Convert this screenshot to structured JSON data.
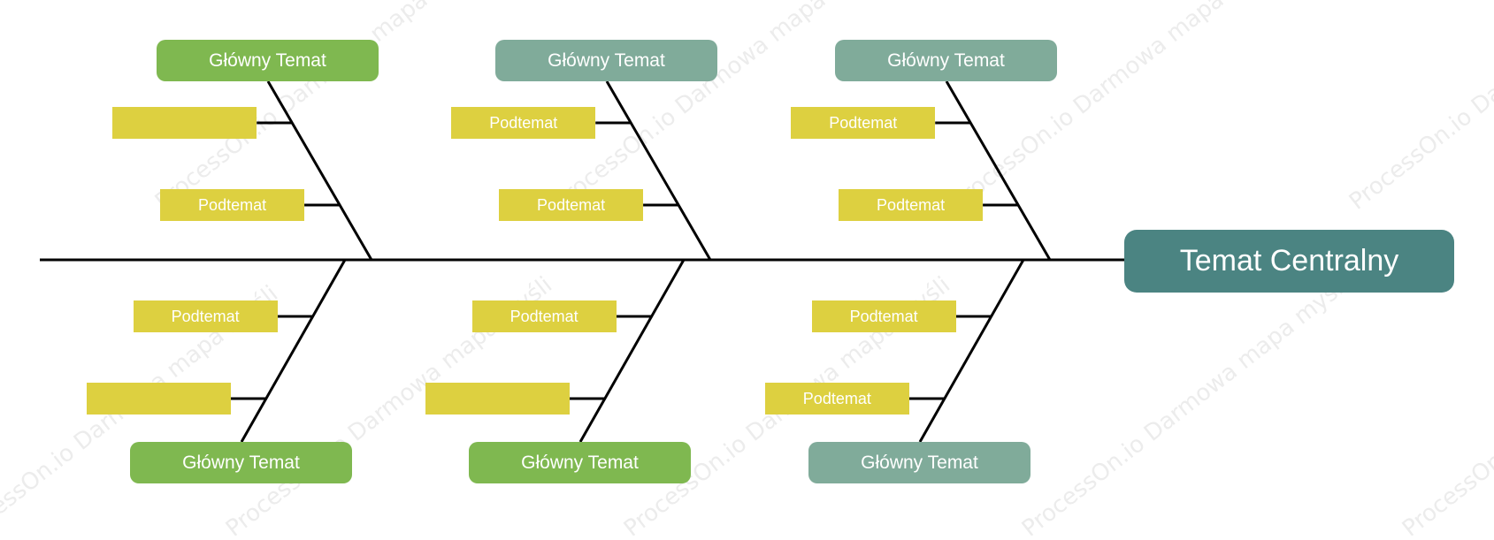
{
  "colors": {
    "spine": "#000000",
    "central_bg": "#4b8482",
    "main_green": "#7fb850",
    "main_teal": "#80ab9a",
    "subtopic": "#ddd040",
    "watermark": "#c8c8c8"
  },
  "central": {
    "label": "Temat Centralny"
  },
  "watermark": {
    "text": "ProcessOn.io Darmowa mapa myśli"
  },
  "branches": [
    {
      "main": "Główny Temat",
      "color": "main_green",
      "subs": [
        "",
        "Podtemat"
      ]
    },
    {
      "main": "Główny Temat",
      "color": "main_teal",
      "subs": [
        "Podtemat",
        "Podtemat"
      ]
    },
    {
      "main": "Główny Temat",
      "color": "main_teal",
      "subs": [
        "Podtemat",
        "Podtemat"
      ]
    },
    {
      "main": "Główny Temat",
      "color": "main_green",
      "subs": [
        "Podtemat",
        ""
      ]
    },
    {
      "main": "Główny Temat",
      "color": "main_green",
      "subs": [
        "Podtemat",
        ""
      ]
    },
    {
      "main": "Główny Temat",
      "color": "main_teal",
      "subs": [
        "Podtemat",
        "Podtemat"
      ]
    }
  ]
}
